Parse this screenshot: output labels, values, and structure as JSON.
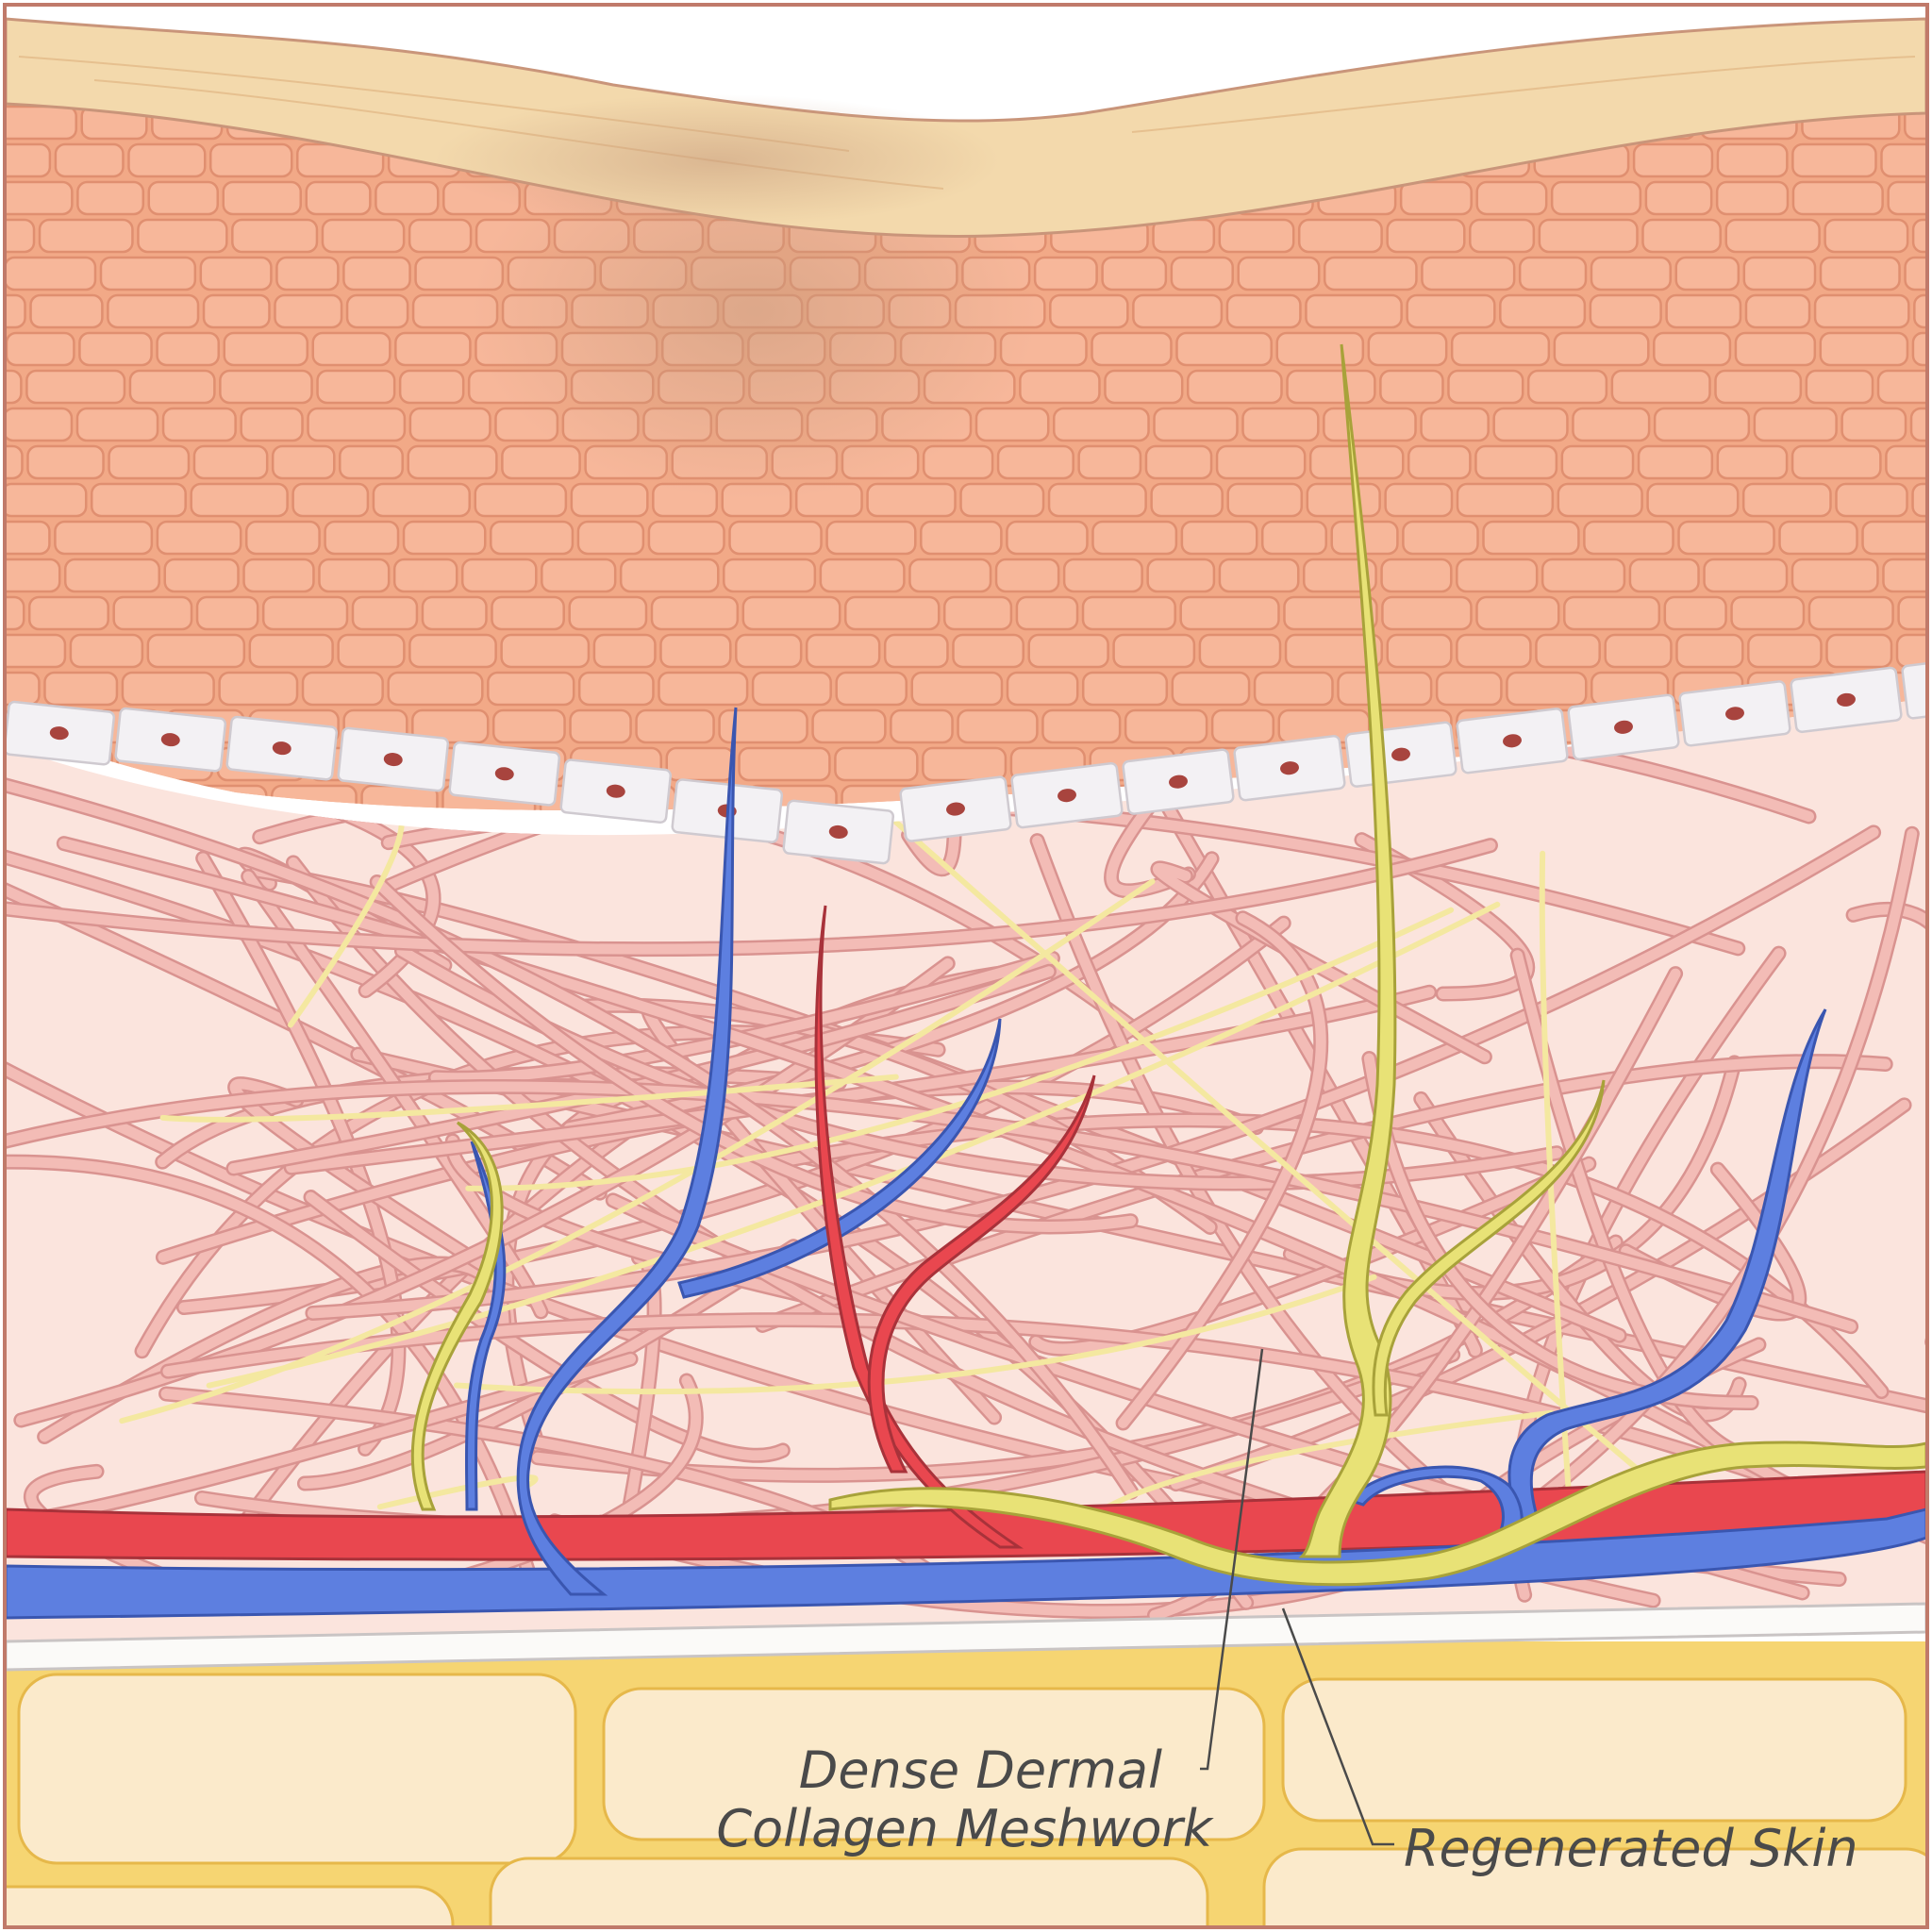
{
  "labels": {
    "dermal_line1": "Dense Dermal",
    "dermal_line2": "Collagen Meshwork",
    "regenerated": "Regenerated Skin"
  },
  "colors": {
    "stratum_corneum": "#f3d9ac",
    "epidermis": "#f2a987",
    "epidermis_cell": "#f7b79a",
    "cell_outline": "#e08f70",
    "basal_cell": "#f3f1f4",
    "basal_nucleus": "#a8443e",
    "dermis_bg": "#fbe4dd",
    "collagen": "#f3bcb6",
    "collagen_outline": "#d99390",
    "elastin": "#f4e8a0",
    "artery": "#e9474f",
    "vein": "#5d7fe0",
    "nerve": "#e8e276",
    "fat_bg": "#f6d572",
    "fat_cell": "#fbeacb",
    "outline": "#c07a6a"
  }
}
